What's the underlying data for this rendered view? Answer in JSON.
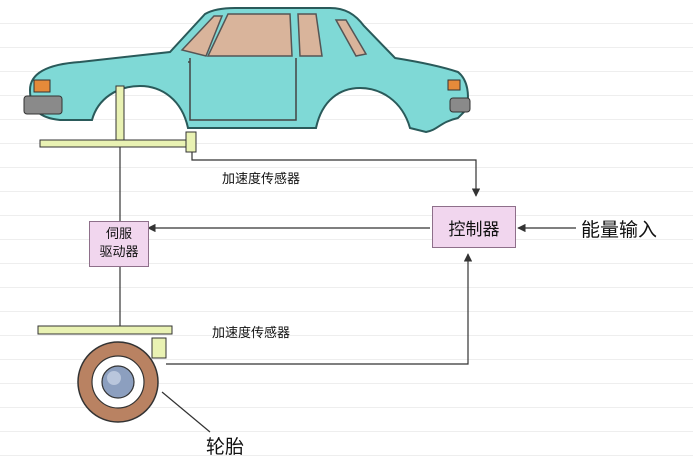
{
  "labels": {
    "accel_sensor_top": "加速度传感器",
    "accel_sensor_bottom": "加速度传感器",
    "controller": "控制器",
    "servo_line1": "伺服",
    "servo_line2": "驱动器",
    "energy_input": "能量输入",
    "tire": "轮胎"
  },
  "colors": {
    "car_body": "#7fd9d6",
    "car_window": "#d9b49b",
    "box_fill": "#f1d6ee",
    "bracket": "#e9f2b3",
    "tire": "#b98262",
    "line": "#333333"
  }
}
